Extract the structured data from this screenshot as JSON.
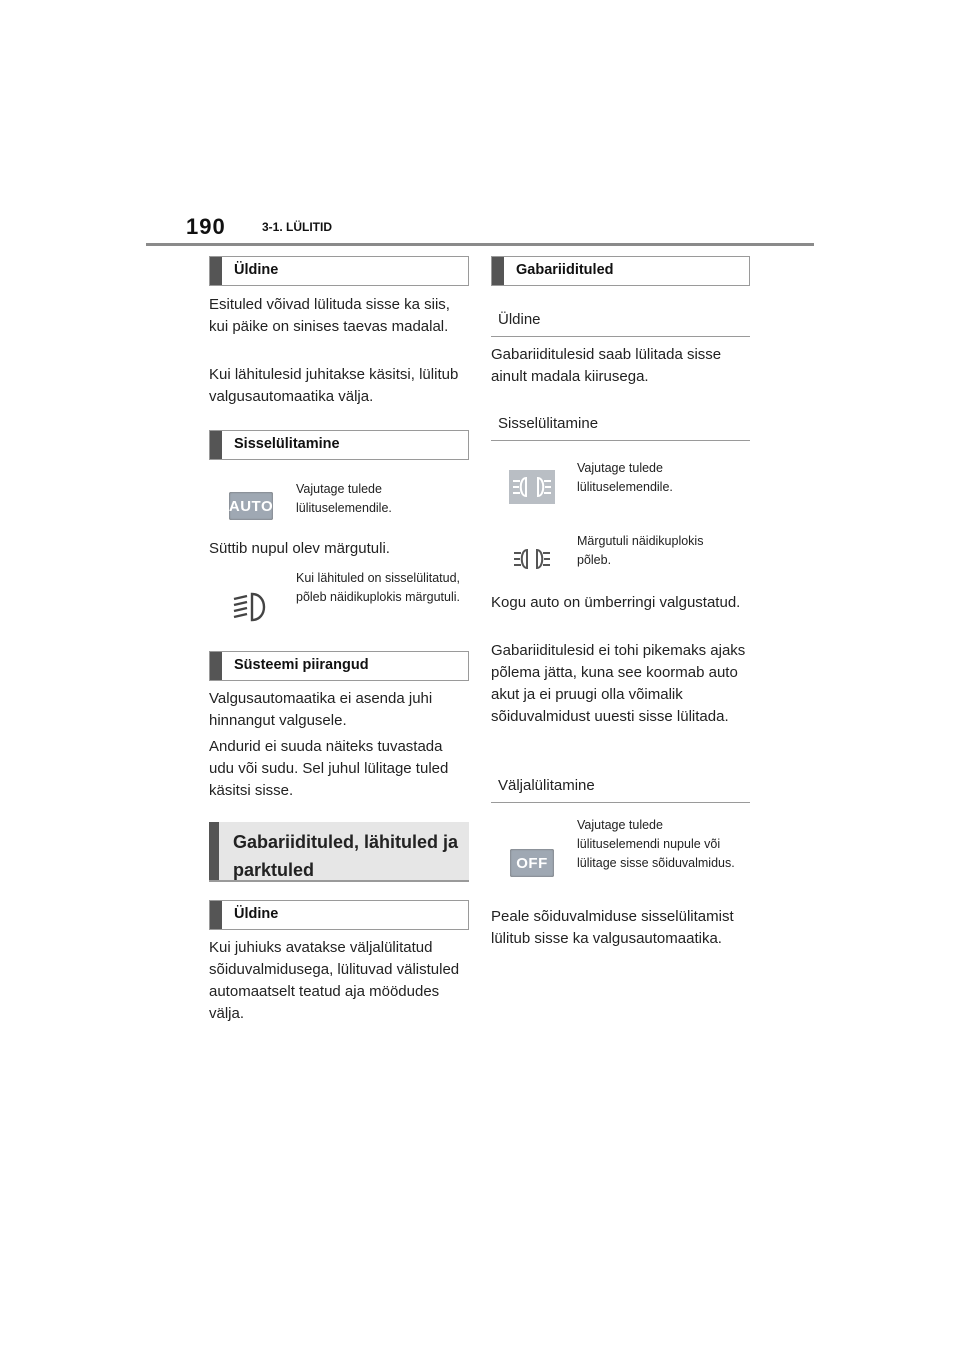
{
  "header": {
    "page_number": "190",
    "chapter": "3-1. LÜLITID"
  },
  "left": {
    "uldine1": {
      "heading": "Üldine",
      "p1": "Esituled võivad lülituda sisse ka siis, kui päike on sinises taevas madalal.",
      "p2": "Kui lähitulesid juhitakse käsitsi, lülitub valgusautomaatika välja."
    },
    "sisselulitamine": {
      "heading": "Sisselülitamine",
      "auto_icon_text": "AUTO",
      "auto_desc": "Vajutage tulede lülituselemendile.",
      "p1": "Süttib nupul olev märgutuli.",
      "lowbeam_desc": "Kui lähituled on sisselülitatud, põleb näidikuplokis märgutuli."
    },
    "susteemi": {
      "heading": "Süsteemi piirangud",
      "p1": "Valgusautomaatika ei asenda juhi hinnangut valgusele.",
      "p2": "Andurid ei suuda näiteks tuvastada udu või sudu. Sel juhul lülitage tuled käsitsi sisse."
    },
    "big_section": {
      "heading": "Gabariidituled, lähituled ja parktuled"
    },
    "uldine2": {
      "heading": "Üldine",
      "p1": "Kui juhiuks avatakse väljalülitatud sõiduvalmidusega, lülituvad välistuled automaatselt teatud aja möödudes välja."
    }
  },
  "right": {
    "gabariidituled": {
      "heading": "Gabariidituled"
    },
    "uldine": {
      "heading": "Üldine",
      "p1": "Gabariiditulesid saab lülitada sisse ainult madala kiirusega."
    },
    "sisselulitamine": {
      "heading": "Sisselülitamine",
      "switch_desc": "Vajutage tulede lülituselemendile.",
      "indicator_desc": "Märgutuli näidikuplokis põleb.",
      "p1": "Kogu auto on ümberringi valgustatud.",
      "p2": "Gabariiditulesid ei tohi pikemaks ajaks põlema jätta, kuna see koormab auto akut ja ei pruugi olla võimalik sõiduvalmidust uuesti sisse lülitada."
    },
    "valjalulitamine": {
      "heading": "Väljalülitamine",
      "off_icon_text": "OFF",
      "off_desc": "Vajutage tulede lülituselemendi nupule või lülitage sisse sõiduvalmidus.",
      "p1": "Peale sõiduvalmiduse sisselülitamist lülitub sisse ka valgusautomaatika."
    }
  }
}
